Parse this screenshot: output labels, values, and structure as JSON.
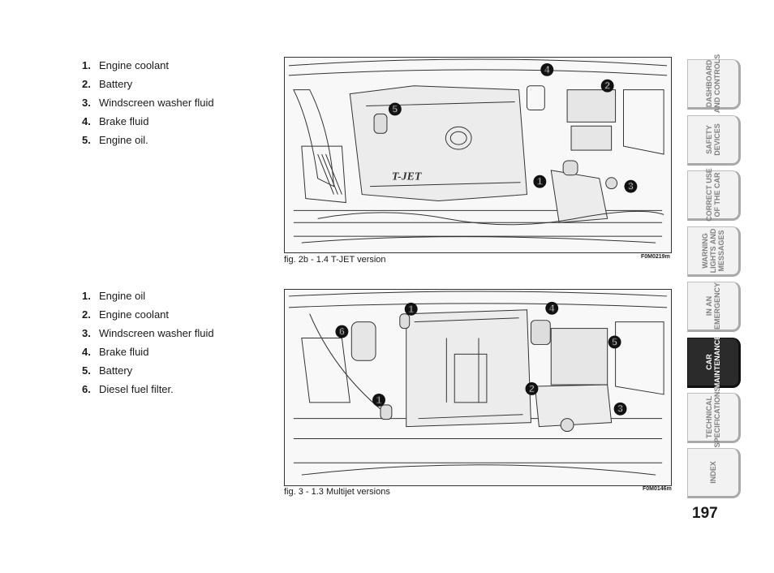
{
  "legend_a": [
    {
      "num": "1.",
      "text": "Engine coolant"
    },
    {
      "num": "2.",
      "text": "Battery"
    },
    {
      "num": "3.",
      "text": "Windscreen washer fluid"
    },
    {
      "num": "4.",
      "text": "Brake fluid"
    },
    {
      "num": "5.",
      "text": "Engine oil."
    }
  ],
  "legend_b": [
    {
      "num": "1.",
      "text": "Engine oil"
    },
    {
      "num": "2.",
      "text": "Engine coolant"
    },
    {
      "num": "3.",
      "text": "Windscreen washer fluid"
    },
    {
      "num": "4.",
      "text": "Brake fluid"
    },
    {
      "num": "5.",
      "text": "Battery"
    },
    {
      "num": "6.",
      "text": "Diesel fuel filter."
    }
  ],
  "figure_a": {
    "caption": "fig. 2b - 1.4 T-JET version",
    "code": "F0M0219m",
    "engine_cover_text": "T-JET",
    "callouts": [
      "1",
      "2",
      "3",
      "4",
      "5"
    ]
  },
  "figure_b": {
    "caption": "fig. 3 - 1.3 Multijet versions",
    "code": "F0M0146m",
    "callouts": [
      "1",
      "1",
      "2",
      "3",
      "4",
      "5",
      "6"
    ]
  },
  "side_tabs": [
    {
      "label": "DASHBOARD\nAND CONTROLS",
      "active": false
    },
    {
      "label": "SAFETY\nDEVICES",
      "active": false
    },
    {
      "label": "CORRECT USE\nOF THE CAR",
      "active": false
    },
    {
      "label": "WARNING\nLIGHTS AND\nMESSAGES",
      "active": false
    },
    {
      "label": "IN AN\nEMERGENCY",
      "active": false
    },
    {
      "label": "CAR\nMAINTENANCE",
      "active": true
    },
    {
      "label": "TECHNICAL\nSPECIFICATIONS",
      "active": false
    },
    {
      "label": "INDEX",
      "active": false
    }
  ],
  "page_number": "197"
}
